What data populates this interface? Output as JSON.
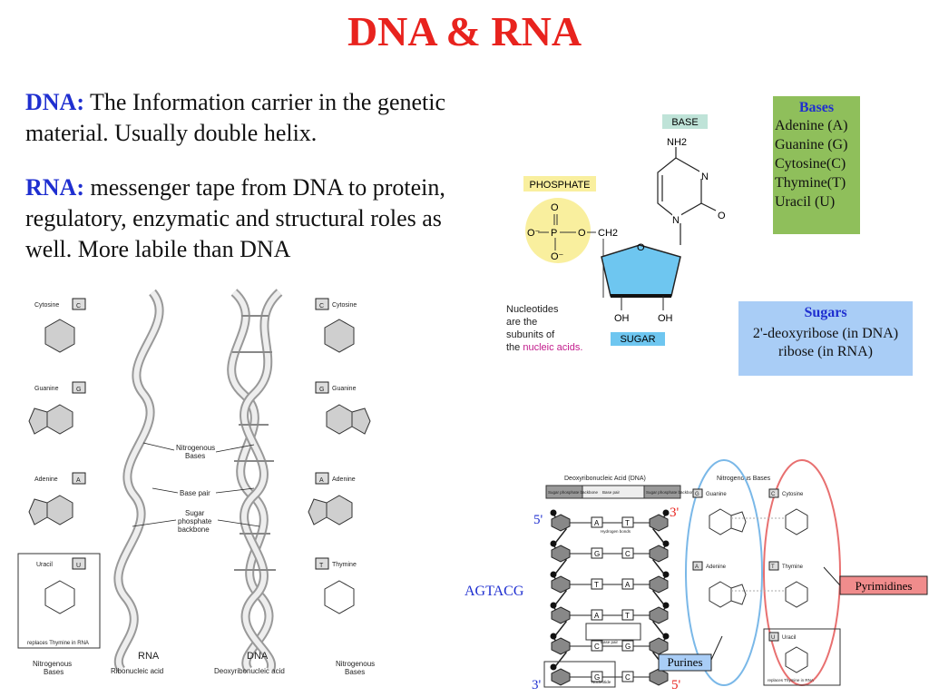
{
  "title": "DNA & RNA",
  "dna_para": {
    "keyword": "DNA:",
    "line1": " The Information carrier in the genetic",
    "line2": "material. Usually double helix."
  },
  "rna_para": {
    "keyword": "RNA:",
    "line1": " messenger tape from DNA to protein,",
    "line2": "regulatory, enzymatic and structural roles as",
    "line3": "well. More labile than DNA"
  },
  "nucleotide": {
    "base_label": "BASE",
    "phosphate_label": "PHOSPHATE",
    "sugar_label": "SUGAR",
    "caption_lines": [
      "Nucleotides",
      "are the",
      "subunits of"
    ],
    "caption_prefix": "the ",
    "caption_highlight": "nucleic acids.",
    "atoms": {
      "nh2": "NH2",
      "n": "N",
      "o": "O",
      "oh": "OH",
      "o_minus": "O⁻",
      "p": "P",
      "ch2": "CH2"
    }
  },
  "bases_box": {
    "heading": "Bases",
    "items": [
      "Adenine (A)",
      "Guanine (G)",
      "Cytosine(C)",
      "Thymine(T)",
      "Uracil (U)"
    ],
    "color": "#8fbf5b"
  },
  "sugars_box": {
    "heading": "Sugars",
    "items": [
      "2'-deoxyribose (in DNA)",
      "ribose (in RNA)"
    ],
    "color": "#a9cdf6"
  },
  "helix_figure": {
    "left_bases": [
      {
        "name": "Cytosine",
        "letter": "C"
      },
      {
        "name": "Guanine",
        "letter": "G"
      },
      {
        "name": "Adenine",
        "letter": "A"
      },
      {
        "name": "Uracil",
        "letter": "U"
      }
    ],
    "right_bases": [
      {
        "name": "Cytosine",
        "letter": "C"
      },
      {
        "name": "Guanine",
        "letter": "G"
      },
      {
        "name": "Adenine",
        "letter": "A"
      },
      {
        "name": "Thymine",
        "letter": "T"
      }
    ],
    "uracil_note": "replaces Thymine in RNA",
    "annotations": {
      "nitrogenous": "Nitrogenous",
      "bases": "Bases",
      "base_pair": "Base pair",
      "sugar": "Sugar",
      "phosphate": "phosphate",
      "backbone": "backbone"
    },
    "rna_label": "RNA",
    "rna_sub": "Ribonucleic acid",
    "dna_label": "DNA",
    "dna_sub": "Deoxyribonucleic acid",
    "bottom_left": [
      "Nitrogenous",
      "Bases"
    ],
    "bottom_right": [
      "Nitrogenous",
      "Bases"
    ]
  },
  "dna_diagram": {
    "header": "Deoxyribonucleic Acid (DNA)",
    "header_right": "Nitrogenous Bases",
    "legend": [
      "Sugar phosphate backbone",
      "Base pair",
      "Sugar phosphate backbone"
    ],
    "pairs": [
      [
        "A",
        "T"
      ],
      [
        "G",
        "C"
      ],
      [
        "T",
        "A"
      ],
      [
        "A",
        "T"
      ],
      [
        "C",
        "G"
      ],
      [
        "G",
        "C"
      ]
    ],
    "hydrogen_bonds": "Hydrogen bonds",
    "base_pair_label": "Base pair",
    "nucleotide_label": "Nucleotide",
    "five_prime": "5'",
    "three_prime": "3'",
    "sequence": "AGTACG",
    "purines_label": "Purines",
    "pyrimidines_label": "Pyrimidines",
    "purine_bases": [
      {
        "letter": "G",
        "name": "Guanine"
      },
      {
        "letter": "A",
        "name": "Adenine"
      }
    ],
    "pyrimidine_bases": [
      {
        "letter": "C",
        "name": "Cytosine"
      },
      {
        "letter": "T",
        "name": "Thymine"
      },
      {
        "letter": "U",
        "name": "Uracil"
      }
    ],
    "uracil_note": "replaces Thymine in RNA"
  }
}
